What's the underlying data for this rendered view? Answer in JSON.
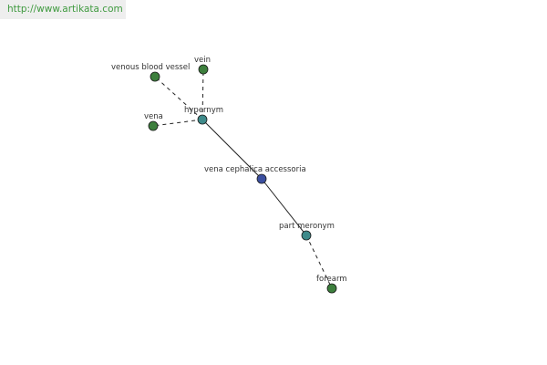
{
  "site_url": "http://www.artikata.com",
  "colors": {
    "url_text": "#3f9a3f",
    "url_background": "#eeeeee",
    "center_node": "#3b4fa0",
    "relation_node": "#3e8a8a",
    "leaf_node": "#3d7f3d",
    "edge": "#222222"
  },
  "nodes": [
    {
      "id": "center",
      "label": "vena cephalica accessoria",
      "kind": "center",
      "color": "#3b4fa0"
    },
    {
      "id": "hypernym",
      "label": "hypernym",
      "kind": "relation",
      "color": "#3e8a8a"
    },
    {
      "id": "part_meronym",
      "label": "part meronym",
      "kind": "relation",
      "color": "#3e8a8a"
    },
    {
      "id": "venous_blood_vessel",
      "label": "venous blood vessel",
      "kind": "leaf",
      "color": "#3d7f3d"
    },
    {
      "id": "vein",
      "label": "vein",
      "kind": "leaf",
      "color": "#3d7f3d"
    },
    {
      "id": "vena",
      "label": "vena",
      "kind": "leaf",
      "color": "#3d7f3d"
    },
    {
      "id": "forearm",
      "label": "forearm",
      "kind": "leaf",
      "color": "#3d7f3d"
    }
  ],
  "edges": [
    {
      "from": "center",
      "to": "hypernym",
      "style": "solid"
    },
    {
      "from": "center",
      "to": "part_meronym",
      "style": "solid"
    },
    {
      "from": "hypernym",
      "to": "venous_blood_vessel",
      "style": "dashed"
    },
    {
      "from": "hypernym",
      "to": "vein",
      "style": "dashed"
    },
    {
      "from": "hypernym",
      "to": "vena",
      "style": "dashed"
    },
    {
      "from": "part_meronym",
      "to": "forearm",
      "style": "dashed"
    }
  ]
}
